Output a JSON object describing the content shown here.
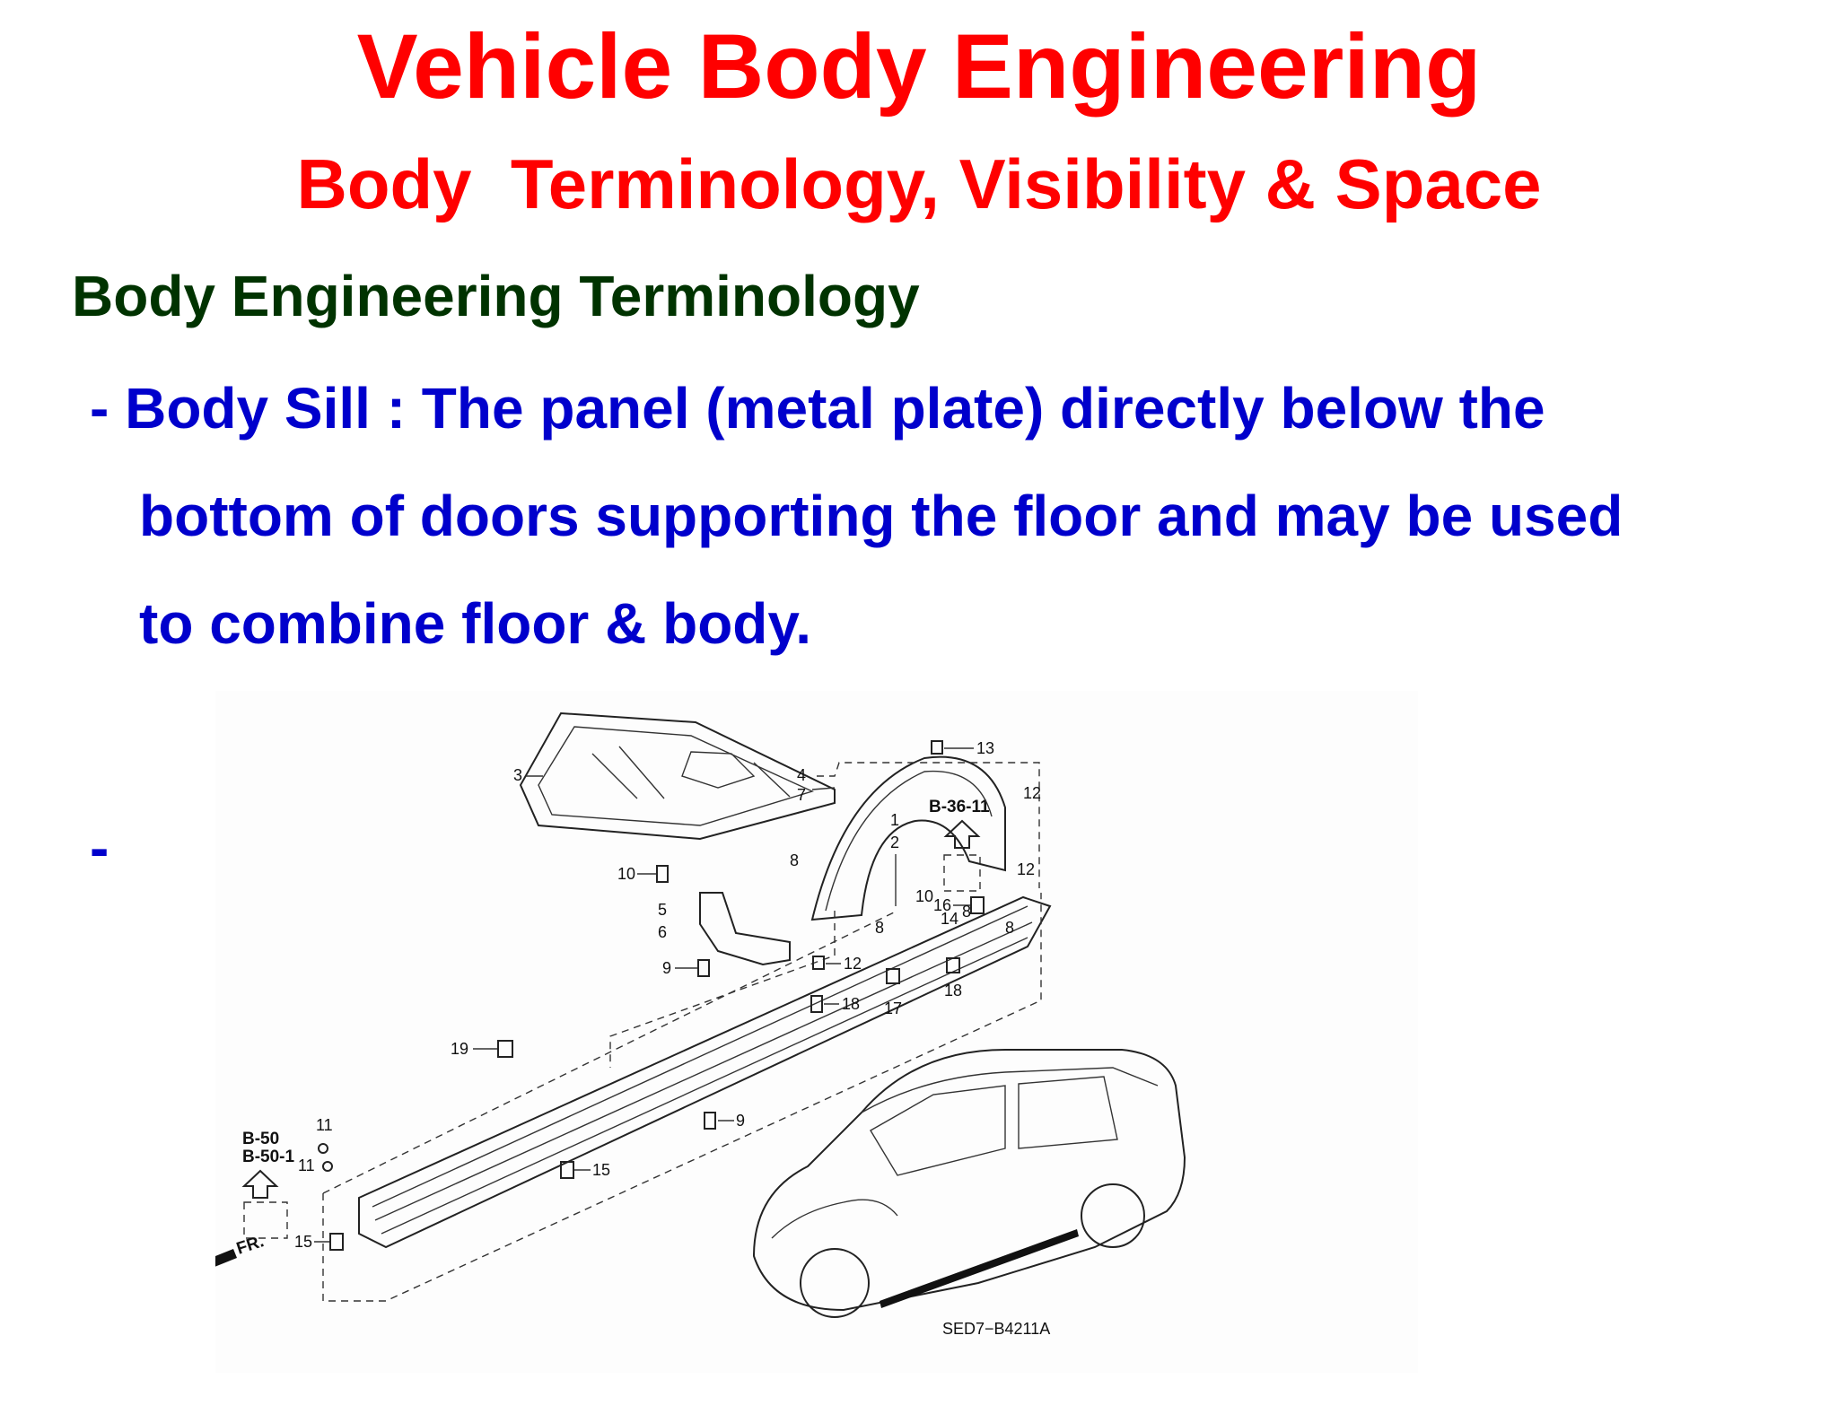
{
  "title": "Vehicle Body Engineering",
  "subtitle": "Body  Terminology, Visibility & Space",
  "heading": "Body Engineering Terminology",
  "bullet": {
    "line1": "- Body Sill : The panel (metal plate) directly below the",
    "line2": "bottom of doors supporting the floor and may be used",
    "line3": "to combine floor & body.",
    "dash": "-"
  },
  "diagram": {
    "ref_b3611": "B-36-11",
    "ref_b50": "B-50",
    "ref_b501": "B-50-1",
    "front_marker": "FR.",
    "code": "SED7−B4211A",
    "callouts": {
      "c1": "1",
      "c2": "2",
      "c3": "3",
      "c4": "4",
      "c7": "7",
      "c5": "5",
      "c6": "6",
      "c8a": "8",
      "c8b": "8",
      "c8c": "8",
      "c8d": "8",
      "c9a": "9",
      "c9b": "9",
      "c10a": "10",
      "c10b": "10",
      "c11a": "11",
      "c11b": "11",
      "c12a": "12",
      "c12b": "12",
      "c12c": "12",
      "c13": "13",
      "c14": "14",
      "c15a": "15",
      "c15b": "15",
      "c16": "16",
      "c17": "17",
      "c18a": "18",
      "c18b": "18",
      "c19": "19"
    }
  }
}
